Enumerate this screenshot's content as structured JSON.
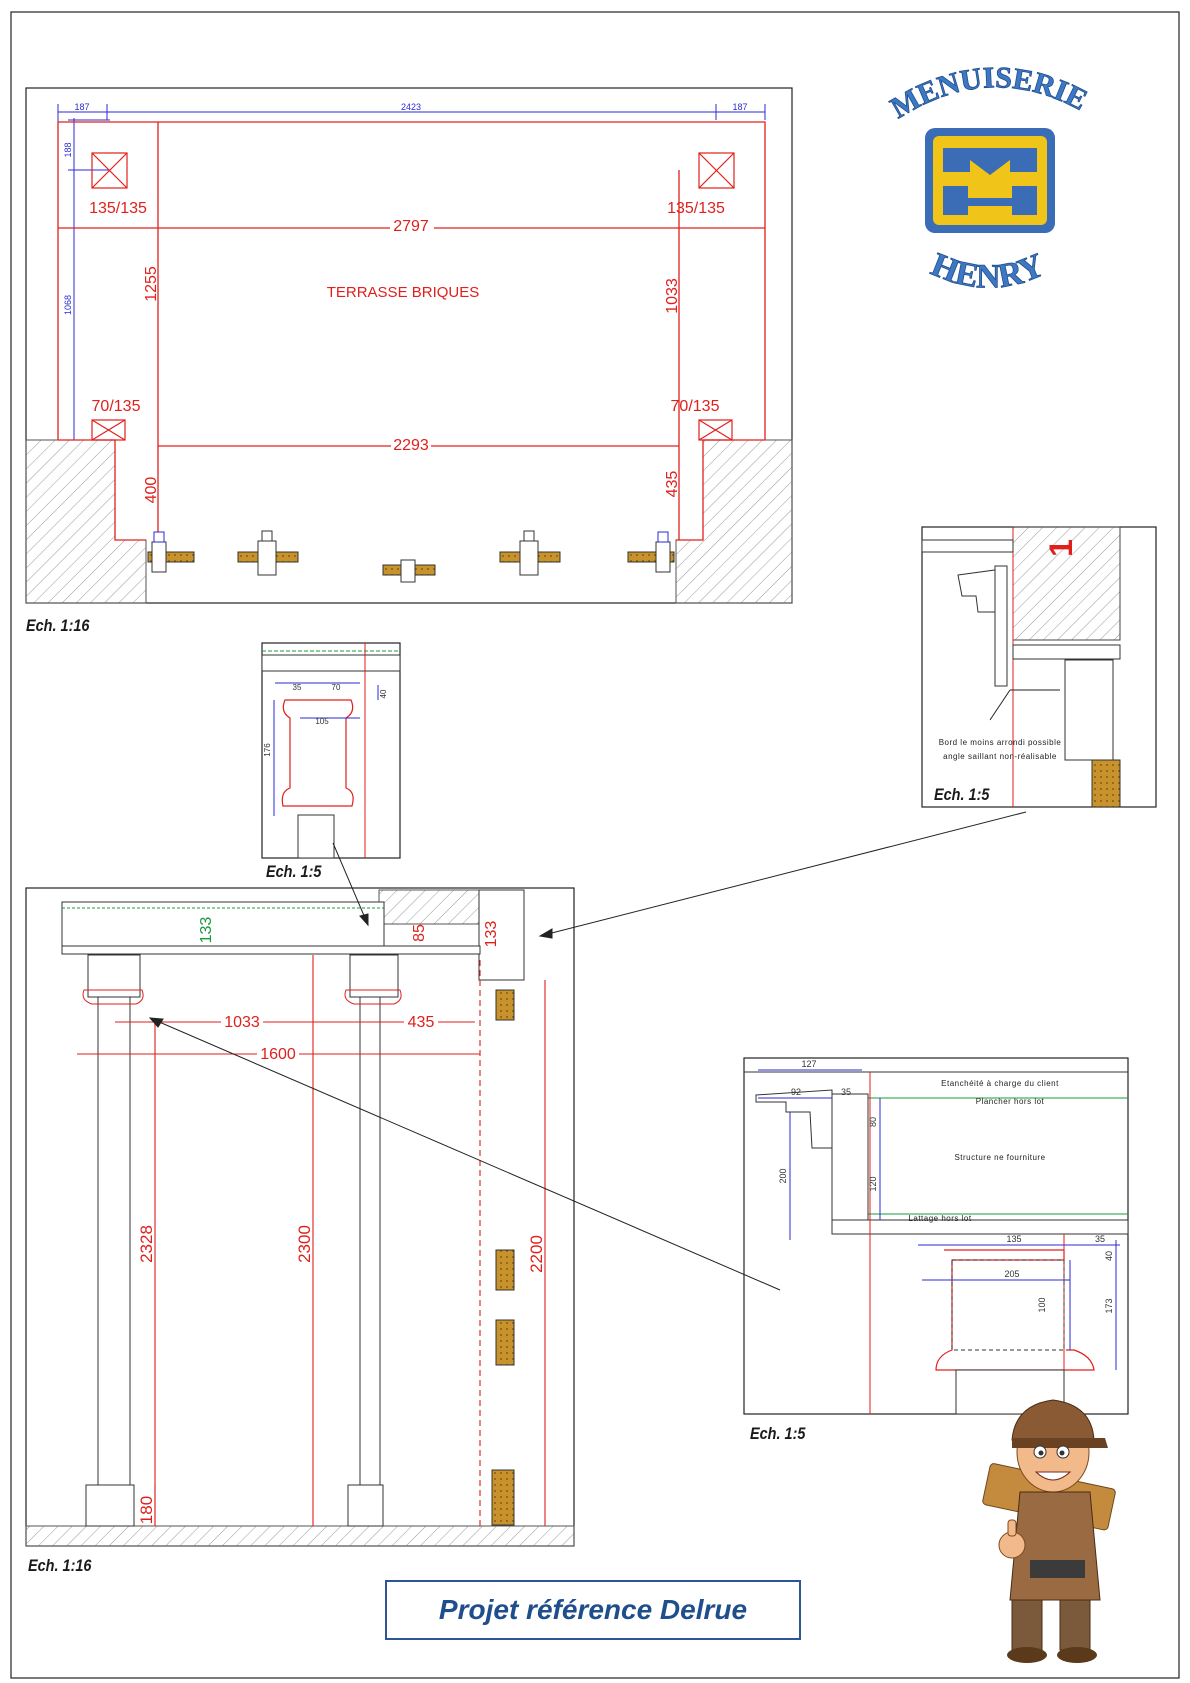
{
  "colors": {
    "red": "#e0201c",
    "blue": "#2a2ad6",
    "green": "#169c3a",
    "brand_blue": "#2f5f9e",
    "brand_yellow": "#f0c419"
  },
  "logo": {
    "top": "MENUISERIE",
    "bottom": "HENRY"
  },
  "plan": {
    "dims_blue": {
      "left": "187",
      "middle": "2423",
      "right": "187",
      "vertical_top": "188",
      "vertical_long": "1068"
    },
    "post_top_left": "135/135",
    "post_top_right": "135/135",
    "overall_width": "2797",
    "left_height": "1255",
    "right_height": "1033",
    "label": "TERRASSE BRIQUES",
    "post_bottom_left": "70/135",
    "post_bottom_right": "70/135",
    "inner_width": "2293",
    "left_depth": "400",
    "right_depth": "435",
    "scale": "Ech. 1:16"
  },
  "detail_a": {
    "d1": "35",
    "d2": "70",
    "d3": "40",
    "d4": "105",
    "d5": "176",
    "scale": "Ech. 1:5"
  },
  "detail_b": {
    "mark": "1",
    "note_line1": "Bord le moins arrondi possible",
    "note_line2": "angle saillant non-réalisable",
    "scale": "Ech. 1:5"
  },
  "elevation": {
    "green_dim": "133",
    "d85": "85",
    "d133": "133",
    "d1033": "1033",
    "d435": "435",
    "d1600": "1600",
    "d2328": "2328",
    "d2300": "2300",
    "d2200": "2200",
    "d180": "180",
    "scale": "Ech. 1:16"
  },
  "detail_c": {
    "d127": "127",
    "d92": "92",
    "d35a": "35",
    "d80": "80",
    "d200": "200",
    "d120": "120",
    "d135": "135",
    "d35b": "35",
    "d205": "205",
    "d100": "100",
    "d40": "40",
    "d173": "173",
    "etancheite": "Etanchéité à charge du client",
    "plancher": "Plancher hors lot",
    "structure": "Structure ne fourniture",
    "lattage": "Lattage hors lot",
    "scale": "Ech. 1:5"
  },
  "project_title": "Projet référence Delrue"
}
